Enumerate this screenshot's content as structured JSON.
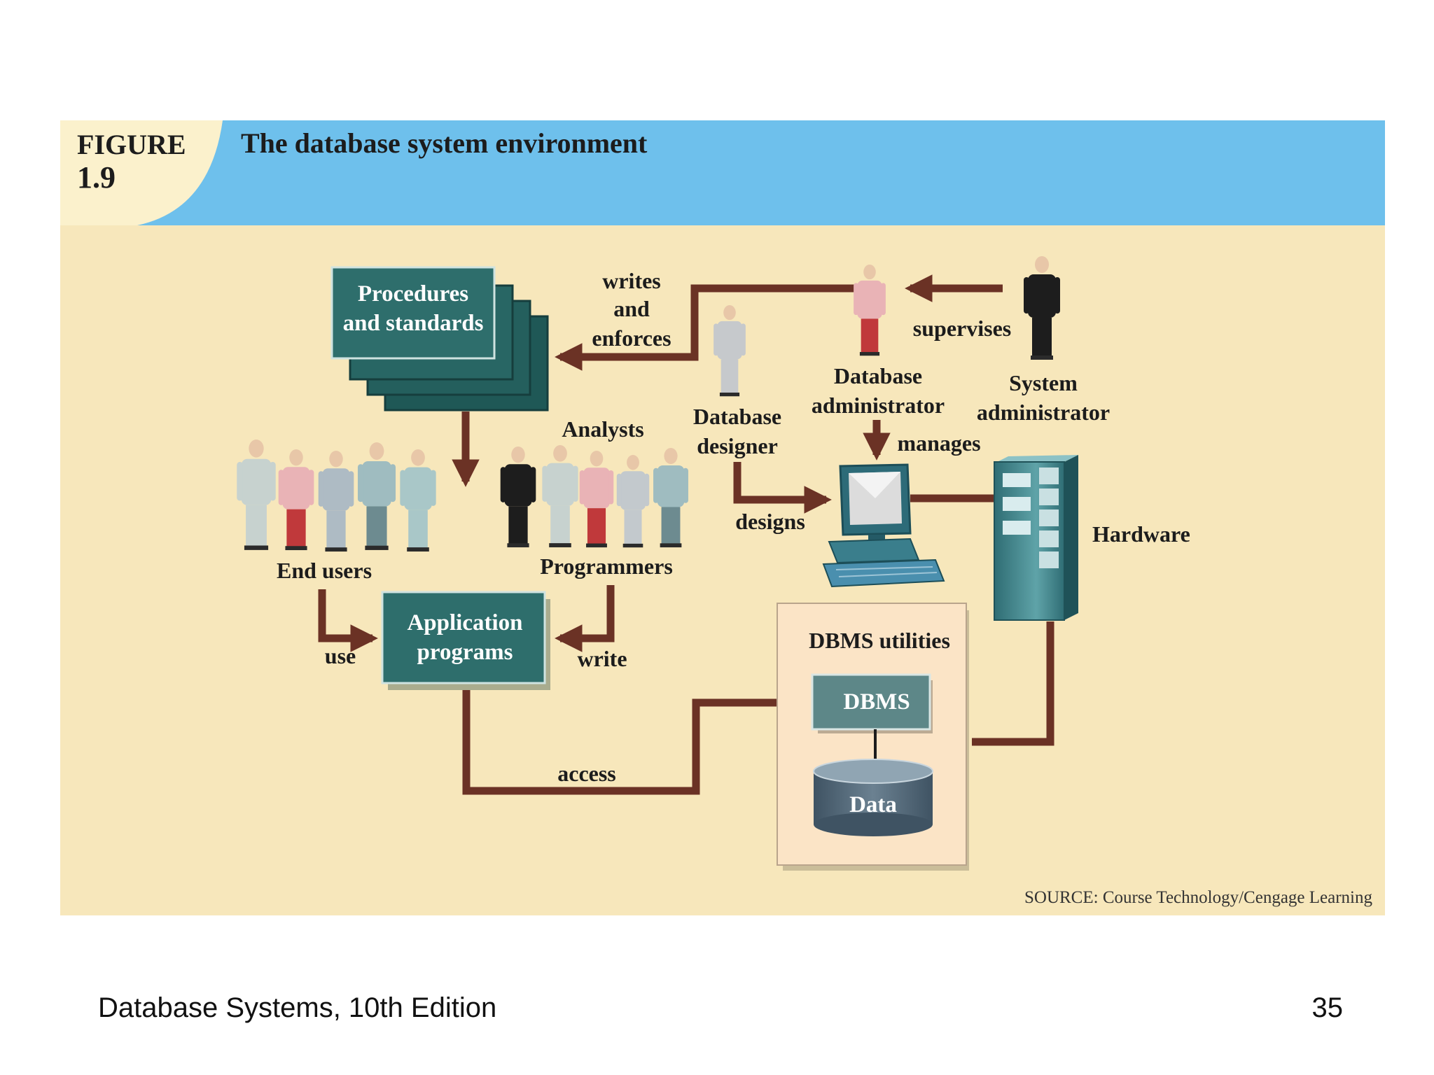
{
  "figure": {
    "label_line1": "FIGURE",
    "label_line2": "1.9",
    "title": "The database system environment",
    "source": "SOURCE: Course Technology/Cengage Learning"
  },
  "nodes": {
    "procedures": [
      "Procedures",
      "and standards"
    ],
    "app_programs": [
      "Application",
      "programs"
    ],
    "dbms_utilities": "DBMS utilities",
    "dbms": "DBMS",
    "data": "Data",
    "hardware": "Hardware"
  },
  "people": {
    "end_users": "End users",
    "analysts": "Analysts",
    "programmers": "Programmers",
    "db_designer": [
      "Database",
      "designer"
    ],
    "db_admin": [
      "Database",
      "administrator"
    ],
    "sys_admin": [
      "System",
      "administrator"
    ]
  },
  "edges": {
    "writes_enforces": [
      "writes",
      "and",
      "enforces"
    ],
    "supervises": "supervises",
    "manages": "manages",
    "designs": "designs",
    "use": "use",
    "write": "write",
    "access": "access"
  },
  "footer": {
    "book": "Database Systems, 10th Edition",
    "page": "35"
  },
  "colors": {
    "banner": "#6ec0ec",
    "background": "#f7e7bb",
    "teal_box": "#2e6e6c",
    "arrow": "#6b3225",
    "utilities_panel": "#fbe4c6"
  }
}
